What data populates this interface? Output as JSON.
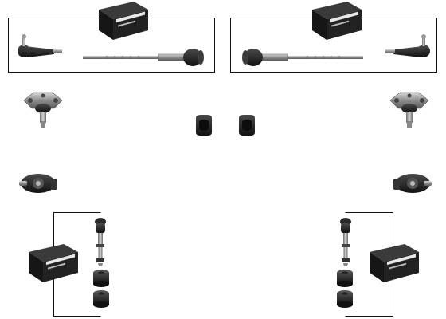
{
  "scene": {
    "background": "#ffffff",
    "part_color": "#2b2b2b",
    "metal_color": "#9a9a9a",
    "frame_color": "#111111",
    "box_color": "#1c1c1c",
    "box_label_color": "#f2f2f2"
  },
  "parts": [
    {
      "name": "tie-rod-end-left",
      "icon": "tie-rod-end-icon"
    },
    {
      "name": "inner-tie-rod-left",
      "icon": "inner-tie-rod-icon"
    },
    {
      "name": "inner-tie-rod-right",
      "icon": "inner-tie-rod-icon"
    },
    {
      "name": "tie-rod-end-right",
      "icon": "tie-rod-end-icon"
    },
    {
      "name": "ball-joint-left",
      "icon": "ball-joint-icon"
    },
    {
      "name": "ball-joint-right",
      "icon": "ball-joint-icon"
    },
    {
      "name": "stabilizer-bushing-left",
      "icon": "bushing-icon"
    },
    {
      "name": "stabilizer-bushing-right",
      "icon": "bushing-icon"
    },
    {
      "name": "control-arm-bushing-left",
      "icon": "control-arm-bushing-icon"
    },
    {
      "name": "control-arm-bushing-right",
      "icon": "control-arm-bushing-icon"
    },
    {
      "name": "sway-bar-link-left",
      "icon": "sway-bar-link-icon"
    },
    {
      "name": "sway-bar-link-right",
      "icon": "sway-bar-link-icon"
    },
    {
      "name": "product-box",
      "icon": "package-box-icon"
    }
  ]
}
